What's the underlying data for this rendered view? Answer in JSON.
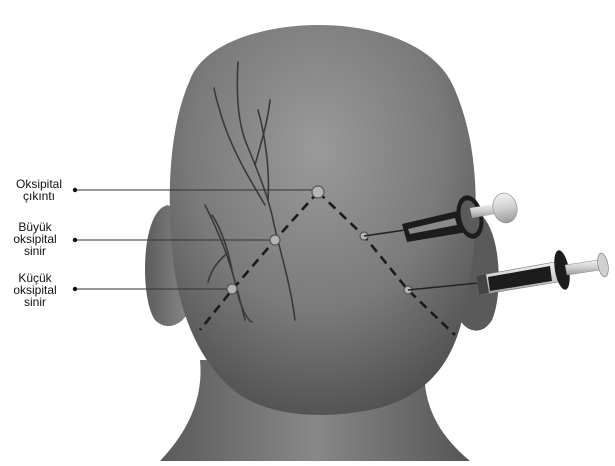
{
  "labels": {
    "occipital_protuberance": [
      "Oksipital",
      "çıkıntı"
    ],
    "greater_occipital_nerve": [
      "Büyük",
      "oksipital",
      "sinir"
    ],
    "lesser_occipital_nerve": [
      "Küçük",
      "oksipital",
      "sinir"
    ]
  },
  "colors": {
    "background": "#ffffff",
    "head_light": "#8f8f8f",
    "head_dark": "#3e3e3e",
    "nerve": "#3a3a3a",
    "dashed_line": "#1a1a1a",
    "marker_fill": "#b0b0b0",
    "syringe_barrel": "#d8d8d8",
    "syringe_dark": "#1c1c1c"
  },
  "icons": [
    "head-illustration",
    "syringe-icon"
  ]
}
